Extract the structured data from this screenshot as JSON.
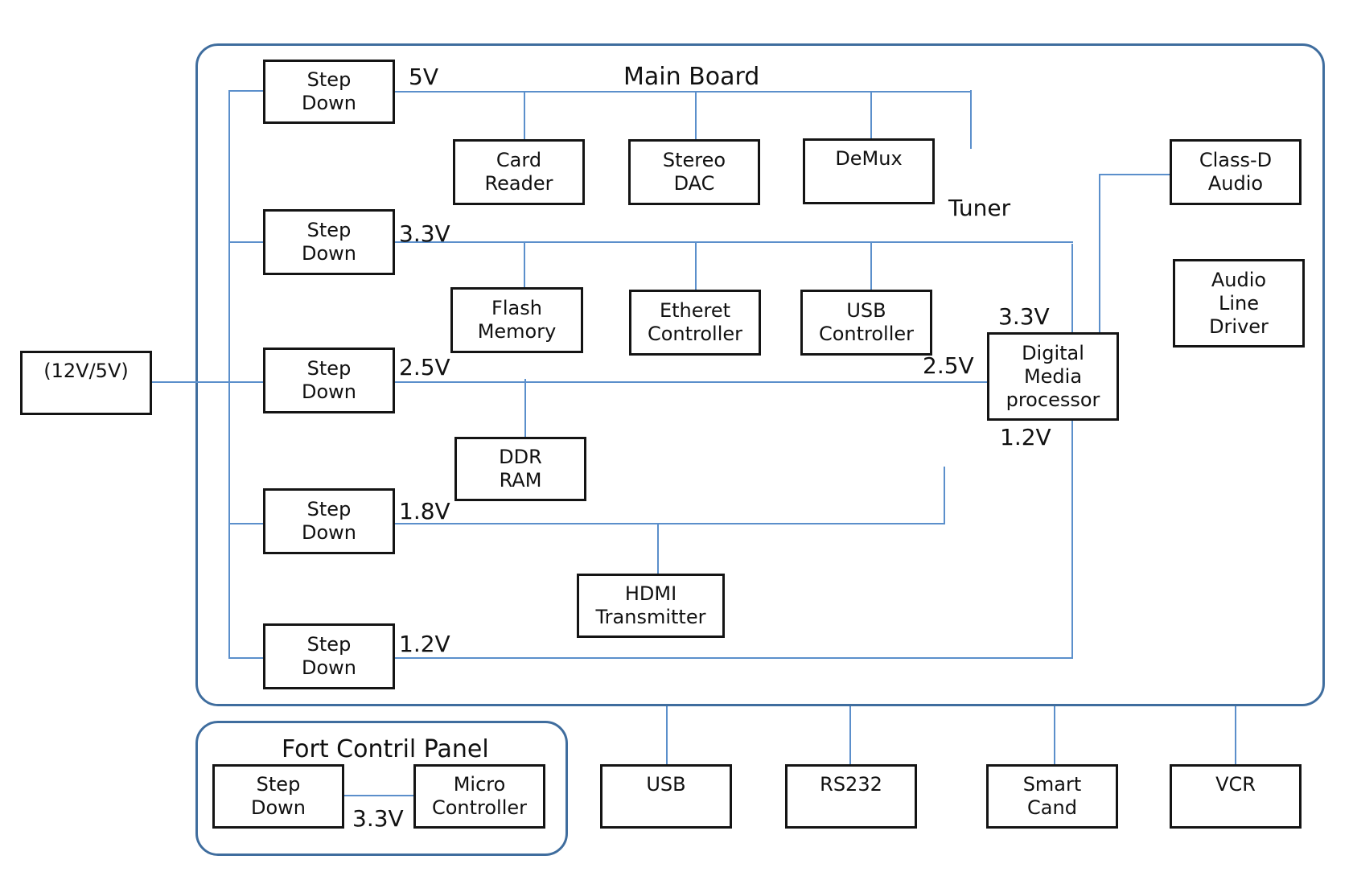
{
  "panels": {
    "main_board_title": "Main Board",
    "front_panel_title": "Fort Contril Panel"
  },
  "blocks": {
    "power_in": "(12V/5V)",
    "step_down_5v": "Step\nDown",
    "step_down_3v3": "Step\nDown",
    "step_down_2v5": "Step\nDown",
    "step_down_1v8": "Step\nDown",
    "step_down_1v2": "Step\nDown",
    "card_reader": "Card\nReader",
    "stereo_dac": "Stereo\nDAC",
    "demux": "DeMux",
    "tuner": "Tuner",
    "flash_memory": "Flash\nMemory",
    "ethernet_controller": "Etheret\nController",
    "usb_controller": "USB\nController",
    "ddr_ram": "DDR\nRAM",
    "hdmi_transmitter": "HDMI\nTransmitter",
    "digital_media_processor": "Digital\nMedia\nprocessor",
    "class_d_audio": "Class-D\nAudio",
    "audio_line_driver": "Audio\nLine\nDriver",
    "front_step_down": "Step\nDown",
    "micro_controller": "Micro\nController",
    "usb_port": "USB",
    "rs232_port": "RS232",
    "smart_card": "Smart\nCand",
    "vcr": "VCR"
  },
  "voltages": {
    "rail_5v": "5V",
    "rail_3v3": "3.3V",
    "rail_2v5": "2.5V",
    "rail_1v8": "1.8V",
    "rail_1v2": "1.2V",
    "dmp_3v3": "3.3V",
    "dmp_2v5": "2.5V",
    "dmp_1v2": "1.2V",
    "front_3v3": "3.3V"
  },
  "colors": {
    "panel_border": "#3f6d9e",
    "wire": "#5b8fcb",
    "box_border": "#141414"
  }
}
